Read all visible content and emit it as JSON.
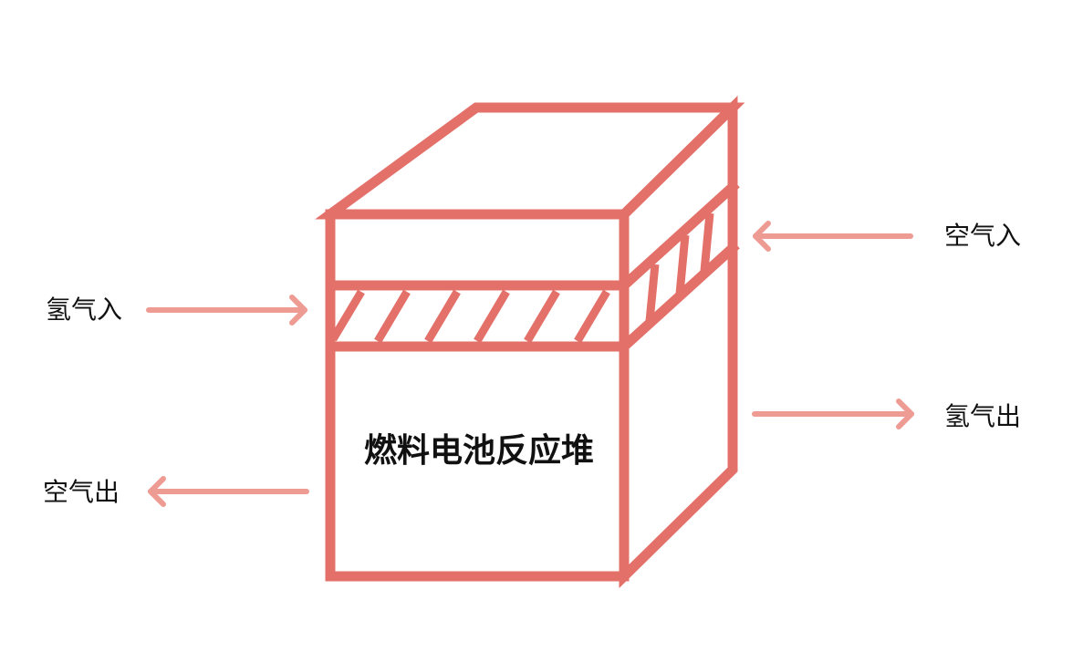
{
  "diagram": {
    "title": "燃料电池反应堆",
    "labels": {
      "hydrogen_in": "氢气入",
      "air_out": "空气出",
      "air_in": "空气入",
      "hydrogen_out": "氢气出"
    }
  },
  "colors": {
    "stack_outline": "#e4706a",
    "arrow": "#ee9b93",
    "text": "#111111",
    "background": "#ffffff"
  }
}
